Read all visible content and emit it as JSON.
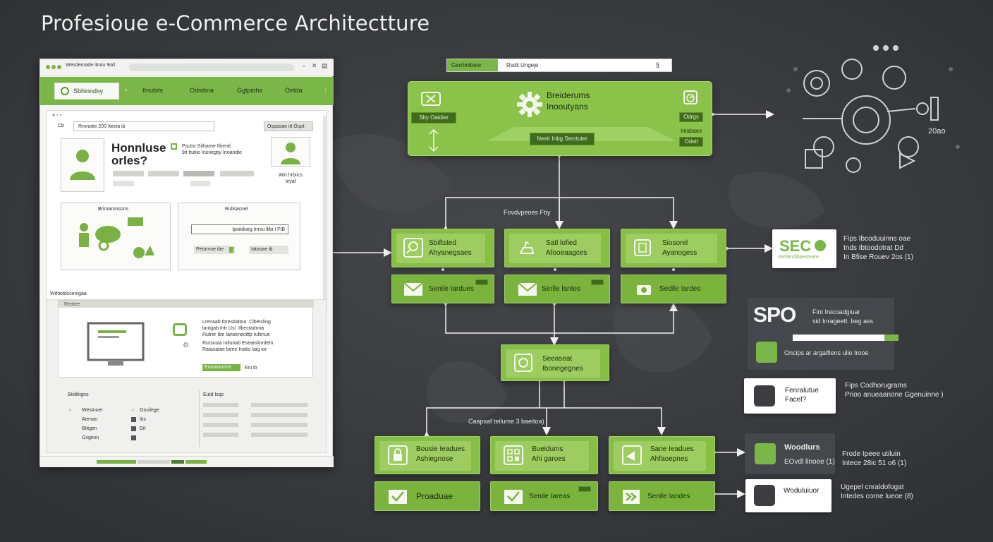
{
  "title": "Profesioue e-Commerce Architectture",
  "colors": {
    "accent": "#86bf44",
    "background": "#3b3d40",
    "arrow": "#f2f2f2"
  },
  "browser": {
    "url": "Wesdemade itnou 9od",
    "nav": {
      "brand": "Sbhinndsy",
      "links": [
        "Itnubits",
        "Odnibna",
        "Ggtpiohs",
        "Oirtda"
      ]
    },
    "search_row": {
      "left": "Cb",
      "mid": "Rrnnotie 200  Iteeia ib",
      "right": "Ospasae itt   Oupt"
    },
    "hero": {
      "headline": "Honnluse\norles?",
      "blurb": "Psutsr Sitharne Ilberal\n9it ttutiio Insnegtiy Inoandie",
      "right_caption": "Wiri hrbiics\nIeyaf"
    },
    "card_left_title": "Brimaronsons",
    "card_right_title": "Rulisacnel",
    "card_right_input": "Ipoiidueg Inrsu llibi I FIB",
    "card_right_btn1": "Petorvne ibe",
    "card_right_btn2": "Iatosae ib",
    "section_label": "Wdtiotdssenigaa",
    "promo_tab": "Reatee",
    "promo_text": "Lrenaab Ibrestiattoa  Clbetcling\nlantgab Intr Usl  Ilbectadnna\nRutrer Ibe Iansenecittp Iulenue",
    "promo_text2": "Rursosia Iuliooab Eseaistinrdetn\nRatasatae beee Inatis Iaig ior",
    "promo_btn": "Erasaurnine",
    "promo_btn_after": "Eni ib",
    "list_left_title": "Biiditiigns",
    "list_left_items": [
      "Westnuer",
      "Atenan",
      "Btitgen",
      "Gvgesn"
    ],
    "list_mid_items": [
      "Gosilege",
      "Itis",
      "Dit"
    ],
    "list_right_title": "Eutd Isqs"
  },
  "search_bar": {
    "tag": "Gerrtmibeer",
    "text": "Rsdil Ungeje",
    "end": "§"
  },
  "hub": {
    "title1": "Breiderums",
    "title2": "Inooutyans",
    "left_chip": "Sby Oaidier",
    "btn": "Neeir Inbg Secrtuter",
    "right_chip1": "Odrgs",
    "right_chip2": "Inlabaes",
    "right_chip3": "Odeit"
  },
  "flow_label_top": "Fovdvpeoes Fby",
  "flow_label_bottom": "Caapsaf teilume 3 baeitoa)",
  "row1": [
    {
      "l1": "Sbiftsted",
      "l2": "Ahyanegsaes"
    },
    {
      "l1": "Satl lofied",
      "l2": "Afooeaagces"
    },
    {
      "l1": "Siosorel",
      "l2": "Ayanogess"
    }
  ],
  "row1b": [
    "Senile Iardues",
    "Serile lantes",
    "Sedile Iardes"
  ],
  "mid": {
    "l1": "Seeaseat",
    "l2": "Ibonegegnes"
  },
  "row2": [
    {
      "l1": "Bousie Ieadues",
      "l2": "Ashiegnose"
    },
    {
      "l1": "Bueidums",
      "l2": "Ahi garoes"
    },
    {
      "l1": "Sane Ieadues",
      "l2": "Ahfaoepnes"
    }
  ],
  "row2b": [
    "Proaduae",
    "Senile Iareas",
    "Senile Iandes"
  ],
  "right": {
    "sec_logo": "SEC",
    "sec_sub": "Irerllendibaesteare",
    "sec_text": "Fips Ibcoduuinns oae\nInds Ibtoodotrat Dd\nIn Bfise Rouev 2os (1)",
    "seo_logo": "SPO",
    "seo_text": "Fint Irecoadgiuar\nsid Inrageett. beg ass",
    "seo_row": "Oncips ar argalfiens ulio Irooe",
    "pan_title": "Fenralutue\nFacel?",
    "pan_text": "Fips Codhorugrams\nPrioo anueaanone Ggenuinne )",
    "woo_title": "Woodlurs",
    "woo_sub": "EOvdl linoee (1)",
    "woo_text": "Frode Ipeee utiluin\nIntece 28ic 51 o6 (1)",
    "wob_title": "Woduluiuor",
    "wob_text": "Ugepel cnraldofogat\nIntedes corne lueoe (8)",
    "gear_label": "20ao"
  }
}
